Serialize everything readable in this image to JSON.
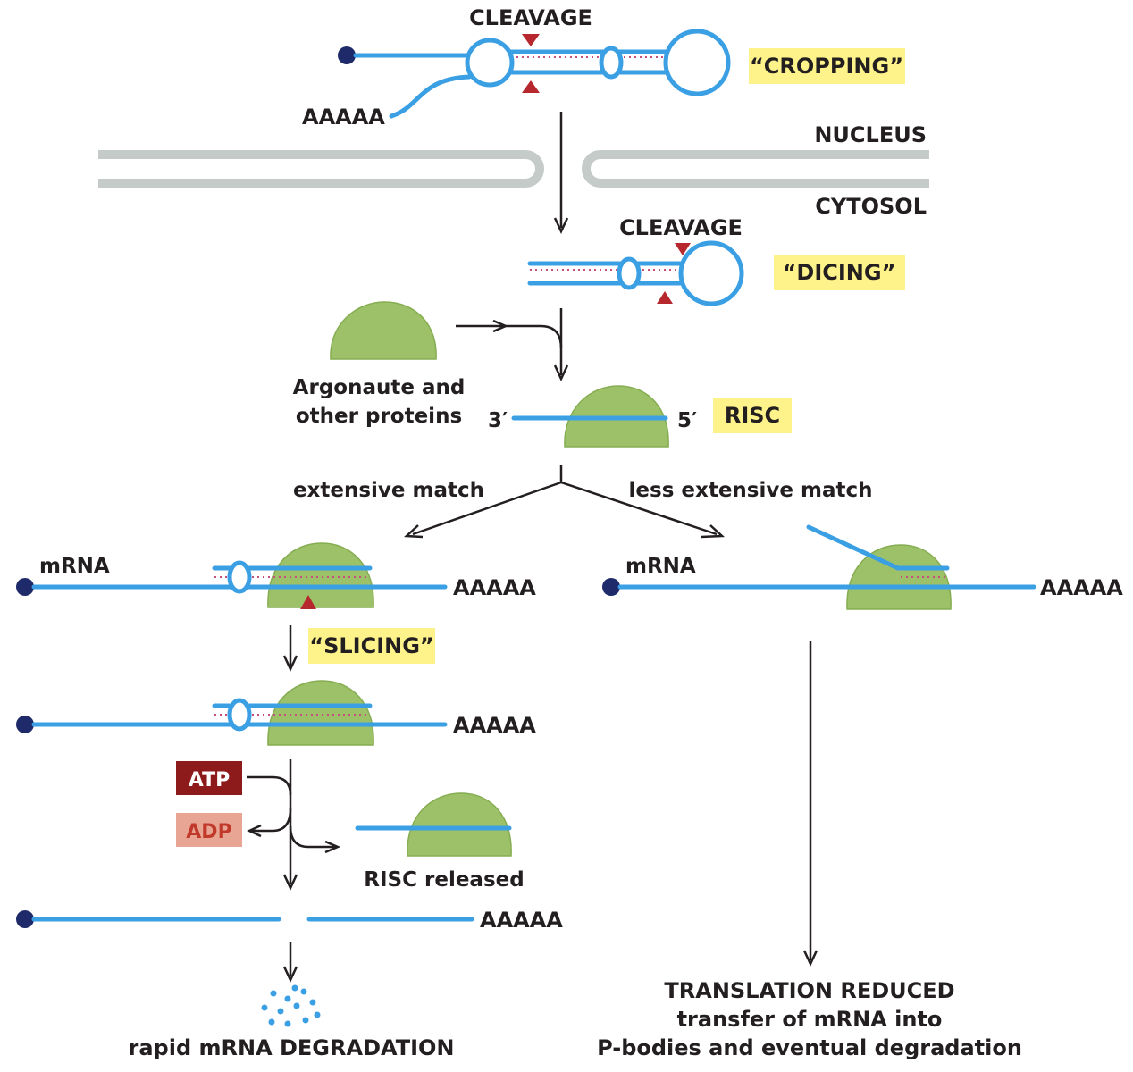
{
  "labels": {
    "cleavage_top": "CLEAVAGE",
    "cropping": "“CROPPING”",
    "polyA_top": "AAAAA",
    "nucleus": "NUCLEUS",
    "cytosol": "CYTOSOL",
    "cleavage_mid": "CLEAVAGE",
    "dicing": "“DICING”",
    "argonaute_line1": "Argonaute and",
    "argonaute_line2": "other proteins",
    "three_prime": "3′",
    "five_prime": "5′",
    "risc": "RISC",
    "extensive_match": "extensive match",
    "less_extensive_match": "less extensive match",
    "mrna_left": "mRNA",
    "polyA_left1": "AAAAA",
    "mrna_right": "mRNA",
    "polyA_right": "AAAAA",
    "slicing": "“SLICING”",
    "polyA_left2": "AAAAA",
    "atp": "ATP",
    "adp": "ADP",
    "risc_released": "RISC released",
    "polyA_left3": "AAAAA",
    "rapid_degradation": "rapid mRNA DEGRADATION",
    "translation_line1": "TRANSLATION REDUCED",
    "translation_line2": "transfer of mRNA into",
    "translation_line3": "P-bodies and eventual degradation"
  },
  "colors": {
    "rna_strand": "#3b9fe4",
    "base_pairs": "#c64f7e",
    "protein": "#9cc168",
    "highlight": "#fdf38a",
    "cleavage_mark": "#b6282e",
    "cap": "#1f2a6b",
    "membrane": "#c5cbc8",
    "atp_box": "#8e1b1b",
    "adp_box": "#e9a593"
  }
}
